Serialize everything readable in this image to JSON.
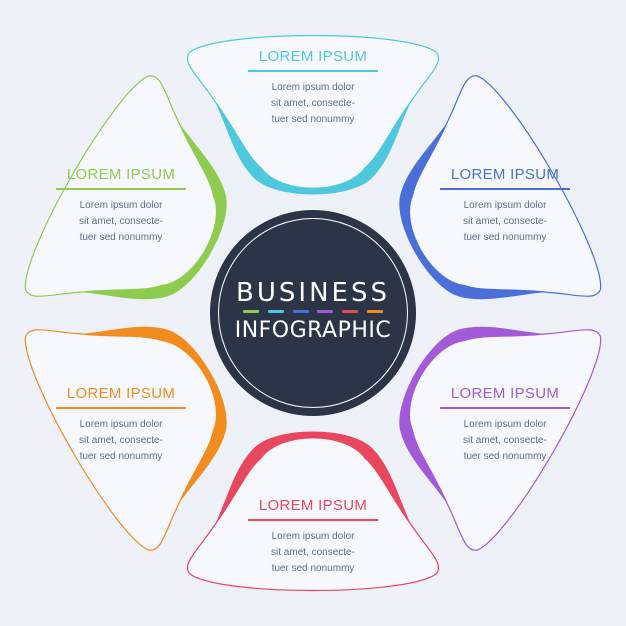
{
  "center": {
    "title_line1": "BUSINESS",
    "title_line2": "INFOGRAPHIC"
  },
  "segments": [
    {
      "id": "top",
      "title": "LOREM IPSUM",
      "body": "Lorem ipsum dolor\nsit amet, consecte-\ntuer sed nonummy",
      "color": "#4dc8dd"
    },
    {
      "id": "top-right",
      "title": "LOREM IPSUM",
      "body": "Lorem ipsum dolor\nsit amet, consecte-\ntuer sed nonummy",
      "color": "#4a6fd8"
    },
    {
      "id": "bottom-right",
      "title": "LOREM IPSUM",
      "body": "Lorem ipsum dolor\nsit amet, consecte-\ntuer sed nonummy",
      "color": "#a35ad8"
    },
    {
      "id": "bottom",
      "title": "LOREM IPSUM",
      "body": "Lorem ipsum dolor\nsit amet, consecte-\ntuer sed nonummy",
      "color": "#e8475e"
    },
    {
      "id": "bottom-left",
      "title": "LOREM IPSUM",
      "body": "Lorem ipsum dolor\nsit amet, consecte-\ntuer sed nonummy",
      "color": "#f28c1e"
    },
    {
      "id": "top-left",
      "title": "LOREM IPSUM",
      "body": "Lorem ipsum dolor\nsit amet, consecte-\ntuer sed nonummy",
      "color": "#8dcc4e"
    }
  ],
  "hub_dash_colors": [
    "#8dcc4e",
    "#4dc8dd",
    "#4a6fd8",
    "#a35ad8",
    "#e8475e",
    "#f28c1e"
  ],
  "colors": {
    "background": "#eef1f8",
    "petal_fill": "#f6f8fe",
    "hub": "#2c3547",
    "body_text": "#5b6e8a"
  }
}
